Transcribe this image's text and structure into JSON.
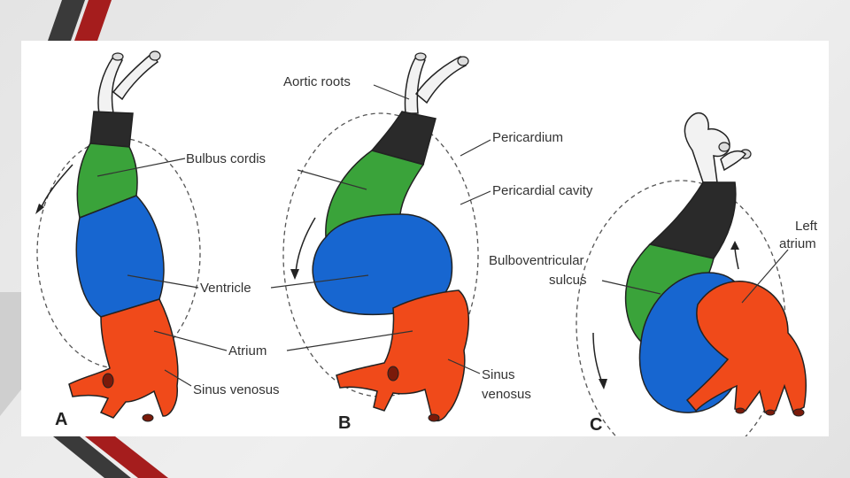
{
  "colors": {
    "background": "#e8e8e8",
    "figure_bg": "#ffffff",
    "deco_red": "#a51d1d",
    "deco_dark": "#3a3a3a",
    "vessel": "#f2f2f2",
    "conotruncus": "#2a2a2a",
    "bulbus_cordis": "#3aa33a",
    "ventricle": "#1766d0",
    "atrium": "#f04a1a",
    "outline": "#222222",
    "pericardium_line": "#555555"
  },
  "labels": {
    "aortic_roots": "Aortic roots",
    "pericardium": "Pericardium",
    "bulbus_cordis": "Bulbus cordis",
    "pericardial_cavity": "Pericardial cavity",
    "bulboventricular_line1": "Bulboventricular",
    "bulboventricular_line2": "sulcus",
    "ventricle": "Ventricle",
    "atrium": "Atrium",
    "sinus_venosus_a": "Sinus venosus",
    "sinus_line1": "Sinus",
    "sinus_line2": "venosus",
    "left_line1": "Left",
    "left_line2": "atrium"
  },
  "panels": {
    "a": "A",
    "b": "B",
    "c": "C"
  }
}
